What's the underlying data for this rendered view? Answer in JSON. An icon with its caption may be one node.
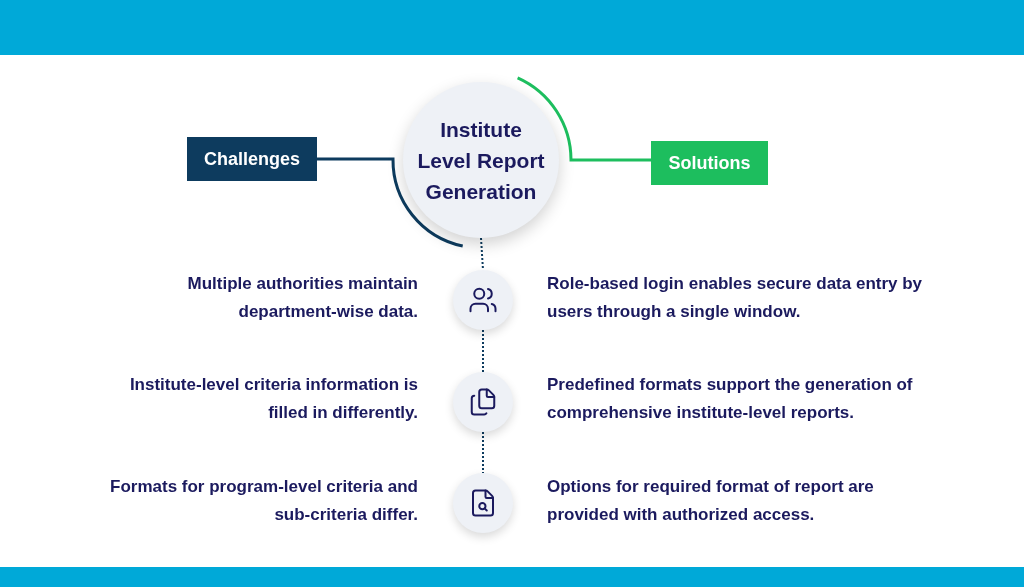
{
  "diagram": {
    "nodes": [
      {
        "text": [
          "Institute Level Report Generation"
        ]
      },
      {
        "text": [
          "Challenges"
        ]
      },
      {
        "text": [
          "Solutions"
        ]
      },
      {
        "text": [],
        "shape": "circle"
      },
      {
        "text": [],
        "shape": "circle"
      },
      {
        "text": [],
        "shape": "circle"
      }
    ],
    "edges": [
      {
        "from": 1,
        "to": 0,
        "arrow": "none"
      },
      {
        "from": 0,
        "to": 2,
        "arrow": "none",
        "color": "#1dbe5e"
      },
      {
        "from": 0,
        "to": 3,
        "arrow": "none",
        "style": "dashed"
      },
      {
        "from": 3,
        "to": 4,
        "arrow": "none",
        "style": "dashed"
      },
      {
        "from": 4,
        "to": 5,
        "arrow": "none",
        "style": "dashed"
      }
    ],
    "labels": [
      "Multiple authorities maintain department-wise data.",
      "Role-based login enables secure data entry by users through a single window.",
      "Institute-level criteria information is filled in differently.",
      "Predefined formats support the generation of comprehensive institute-level reports.",
      "Formats for program-level criteria and sub-criteria differ.",
      "Options for required format of report are provided with authorized access."
    ]
  }
}
